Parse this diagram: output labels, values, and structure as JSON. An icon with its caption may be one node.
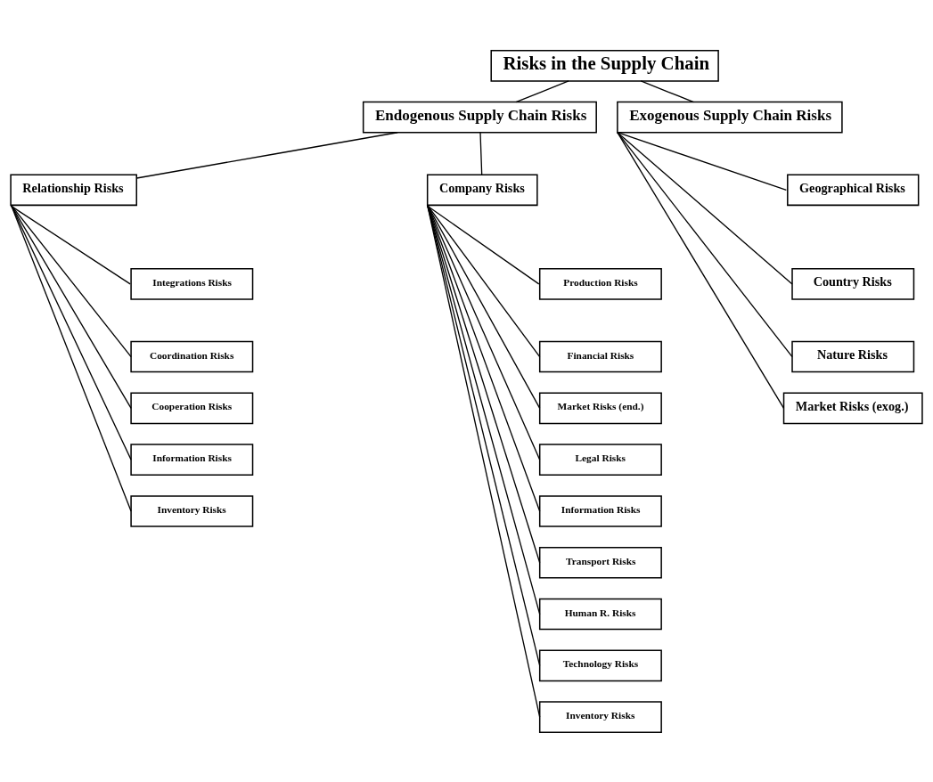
{
  "diagram": {
    "nodes": [
      {
        "text": [
          "Risks in the Supply Chain"
        ]
      },
      {
        "text": [
          "Endogenous Supply Chain Risks"
        ]
      },
      {
        "text": [
          "Exogenous Supply Chain Risks"
        ]
      },
      {
        "text": [
          "Company Risks"
        ]
      },
      {
        "text": [
          "Relationship Risks"
        ]
      },
      {
        "text": [
          "Production Risks"
        ]
      },
      {
        "text": [
          "Financial Risks"
        ]
      },
      {
        "text": [
          "Market Risks (end.)"
        ]
      },
      {
        "text": [
          "Legal Risks"
        ]
      },
      {
        "text": [
          "Information Risks"
        ]
      },
      {
        "text": [
          "Transport Risks"
        ]
      },
      {
        "text": [
          "Human R. Risks"
        ]
      },
      {
        "text": [
          "Technology Risks"
        ]
      },
      {
        "text": [
          "Inventory Risks"
        ]
      },
      {
        "text": [
          "Integrations Risks"
        ]
      },
      {
        "text": [
          "Coordination Risks"
        ]
      },
      {
        "text": [
          "Cooperation Risks"
        ]
      },
      {
        "text": [
          "Information Risks"
        ]
      },
      {
        "text": [
          "Inventory Risks"
        ]
      },
      {
        "text": [
          "Geographical Risks"
        ]
      },
      {
        "text": [
          "Country Risks"
        ]
      },
      {
        "text": [
          "Nature Risks"
        ]
      },
      {
        "text": [
          "Market Risks (exog.)"
        ]
      }
    ],
    "edges": [
      {
        "from": 0,
        "to": 1,
        "arrow": "none"
      },
      {
        "from": 0,
        "to": 2,
        "arrow": "none"
      },
      {
        "from": 1,
        "to": 3,
        "arrow": "none"
      },
      {
        "from": 1,
        "to": 4,
        "arrow": "none"
      },
      {
        "from": 3,
        "to": 5,
        "arrow": "none"
      },
      {
        "from": 3,
        "to": 6,
        "arrow": "none"
      },
      {
        "from": 3,
        "to": 7,
        "arrow": "none"
      },
      {
        "from": 3,
        "to": 8,
        "arrow": "none"
      },
      {
        "from": 3,
        "to": 9,
        "arrow": "none"
      },
      {
        "from": 3,
        "to": 10,
        "arrow": "none"
      },
      {
        "from": 3,
        "to": 11,
        "arrow": "none"
      },
      {
        "from": 3,
        "to": 12,
        "arrow": "none"
      },
      {
        "from": 3,
        "to": 13,
        "arrow": "none"
      },
      {
        "from": 4,
        "to": 14,
        "arrow": "none"
      },
      {
        "from": 4,
        "to": 15,
        "arrow": "none"
      },
      {
        "from": 4,
        "to": 16,
        "arrow": "none"
      },
      {
        "from": 4,
        "to": 17,
        "arrow": "none"
      },
      {
        "from": 4,
        "to": 18,
        "arrow": "none"
      },
      {
        "from": 2,
        "to": 19,
        "arrow": "none"
      },
      {
        "from": 2,
        "to": 20,
        "arrow": "none"
      },
      {
        "from": 2,
        "to": 21,
        "arrow": "none"
      },
      {
        "from": 2,
        "to": 22,
        "arrow": "none"
      }
    ]
  }
}
